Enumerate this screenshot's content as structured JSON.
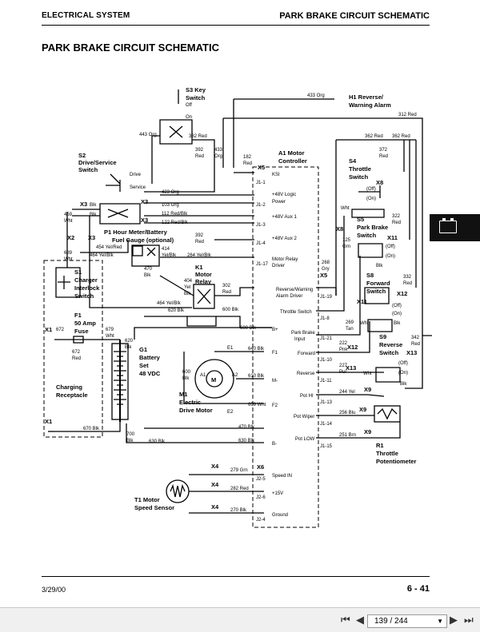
{
  "header": {
    "section": "ELECTRICAL SYSTEM",
    "title": "PARK BRAKE CIRCUIT SCHEMATIC"
  },
  "page_title": "PARK BRAKE CIRCUIT SCHEMATIC",
  "footer": {
    "date": "3/29/00",
    "page": "6 - 41"
  },
  "toolbar": {
    "first": "⏮",
    "prev": "◀",
    "page_value": "139 / 244",
    "next": "▶",
    "last": "⏭"
  },
  "schematic": {
    "components": {
      "s3_a": "S3 Key",
      "s3_b": "Switch",
      "s3_off": "Off",
      "s3_on": "On",
      "h1_a": "H1 Reverse/",
      "h1_b": "Warning Alarm",
      "s2_a": "S2",
      "s2_b": "Drive/Service",
      "s2_c": "Switch",
      "s2_drive": "Drive",
      "s2_service": "Service",
      "a1_a": "A1 Motor",
      "a1_b": "Controller",
      "s4_a": "S4",
      "s4_b": "Throttle",
      "s4_c": "Switch",
      "s5_a": "S5",
      "s5_b": "Park Brake",
      "s5_c": "Switch",
      "s8_a": "S8",
      "s8_b": "Forward",
      "s8_c": "Switch",
      "s9_a": "S9",
      "s9_b": "Reverse",
      "s9_c": "Switch",
      "p1_a": "P1 Hour Meter/Battery",
      "p1_b": "Fuel Gauge (optional)",
      "k1_a": "K1",
      "k1_b": "Motor",
      "k1_c": "Relay",
      "s1_a": "S1",
      "s1_b": "Charger",
      "s1_c": "Interlock",
      "s1_d": "Switch",
      "f1_a": "F1",
      "f1_b": "50 Amp",
      "f1_c": "Fuse",
      "g1_a": "G1",
      "g1_b": "Battery",
      "g1_c": "Set",
      "g1_d": "48 VDC",
      "m1_a": "M1",
      "m1_b": "Electric",
      "m1_c": "Drive Motor",
      "m1_m": "M",
      "cr_a": "Charging",
      "cr_b": "Receptacle",
      "r1_a": "R1",
      "r1_b": "Throttle",
      "r1_c": "Potentiometer",
      "t1_a": "T1 Motor",
      "t1_b": "Speed Sensor"
    },
    "off": "(Off)",
    "on": "(On)",
    "connectors": {
      "x1": "X1",
      "x2": "X2",
      "x3": "X3",
      "x4": "X4",
      "x5": "X5",
      "x6": "X6",
      "x8": "X8",
      "x9": "X9",
      "x11": "X11",
      "x12": "X12",
      "x13": "X13"
    },
    "a1_terminals": {
      "ksi": "KSI",
      "logic_a": "+48V Logic",
      "logic_b": "Power",
      "aux1": "+48V Aux 1",
      "aux2": "+48V Aux 2",
      "relay_a": "Motor Relay",
      "relay_b": "Driver",
      "alarm_a": "Reverse/Warning",
      "alarm_b": "Alarm Driver",
      "throttle_sw": "Throttle Switch",
      "pb_a": "Park Brake",
      "pb_b": "Input",
      "forward": "Forward",
      "reverse": "Reverse",
      "pot_hi": "Pot HI",
      "pot_wiper": "Pot Wiper",
      "pot_low": "Pot LOW",
      "speed_in": "Speed IN",
      "plus15": "+15V",
      "ground": "Ground",
      "bplus": "B+",
      "f1": "F1",
      "mminus": "M-",
      "f2": "F2",
      "bminus": "B-",
      "e1": "E1",
      "e2": "E2",
      "a1": "A1",
      "a2": "A2"
    },
    "pins": {
      "j11": "J1-1",
      "j12": "J1-2",
      "j13": "J1-3",
      "j14": "J1-4",
      "j117": "J1-17",
      "j119": "J1-19",
      "j18": "J1-8",
      "j121": "J1-21",
      "j110": "J1-10",
      "j111": "J1-11",
      "j113": "J1-13",
      "j114": "J1-14",
      "j115": "J1-15",
      "j25": "J2-5",
      "j26": "J2-6",
      "j24": "J2-4"
    },
    "wires": {
      "w433": "433 Org",
      "w312": "312 Red",
      "w362a": "362 Red",
      "w362b": "362 Red",
      "w443": "443 Org",
      "w382": "382 Red",
      "w392a_a": "392",
      "w392a_b": "Red",
      "w433b_a": "433",
      "w433b_b": "Org",
      "w182_a": "182",
      "w182_b": "Red",
      "w372_a": "372",
      "w372_b": "Red",
      "w423": "423 Org",
      "w103": "103 Org",
      "w112": "112 Red/Blk",
      "w122": "122 Red/Blk",
      "w392b_a": "392",
      "w392b_b": "Red",
      "w469_a": "469",
      "w469_b": "Wht",
      "w689_a": "689",
      "w689_b": "Wht",
      "w454": "454 Yel/Red",
      "w464a": "464 Yel/Blk",
      "w414_a": "414",
      "w414_b": "Yel/Blk",
      "w264": "264 Yel/Blk",
      "w470a_a": "470",
      "w470a_b": "Blk",
      "w404_a": "404",
      "w404_b": "Yel",
      "w404_c": "Blk",
      "w302_a": "302",
      "w302_b": "Red",
      "w464b": "464 Yel/Blk",
      "w620a": "620 Blk",
      "w600a": "600 Blk",
      "w600b": "600 Blk",
      "w672a": "672",
      "w672b_a": "672",
      "w672b_b": "Red",
      "w679_a": "679",
      "w679_b": "Wht",
      "w620b_a": "620",
      "w620b_b": "Blk",
      "w640": "640 Blk",
      "w600c_a": "600",
      "w600c_b": "Blk",
      "w610": "610 Blk",
      "w659": "659 Wht",
      "w670": "670 Blk",
      "w700_a": "700",
      "w700_b": "Blk",
      "w470b": "470 Blk",
      "w630a": "630 Blk",
      "w630b": "630 Blk",
      "w125_a": "125",
      "w125_b": "Grn",
      "w268_a": "268",
      "w268_b": "Gry",
      "w322_a": "322",
      "w322_b": "Red",
      "w332_a": "332",
      "w332_b": "Red",
      "w342_a": "342",
      "w342_b": "Red",
      "w269_a": "269",
      "w269_b": "Tan",
      "w222_a": "222",
      "w222_b": "Pnk",
      "w227_a": "227",
      "w227_b": "Pur",
      "w244": "244 Yel",
      "w256": "256 Blu",
      "w251": "251 Brn",
      "w279": "279 Grn",
      "w282": "282 Red",
      "w270": "270 Blk",
      "wht": "Wht",
      "blk": "Blk"
    }
  }
}
